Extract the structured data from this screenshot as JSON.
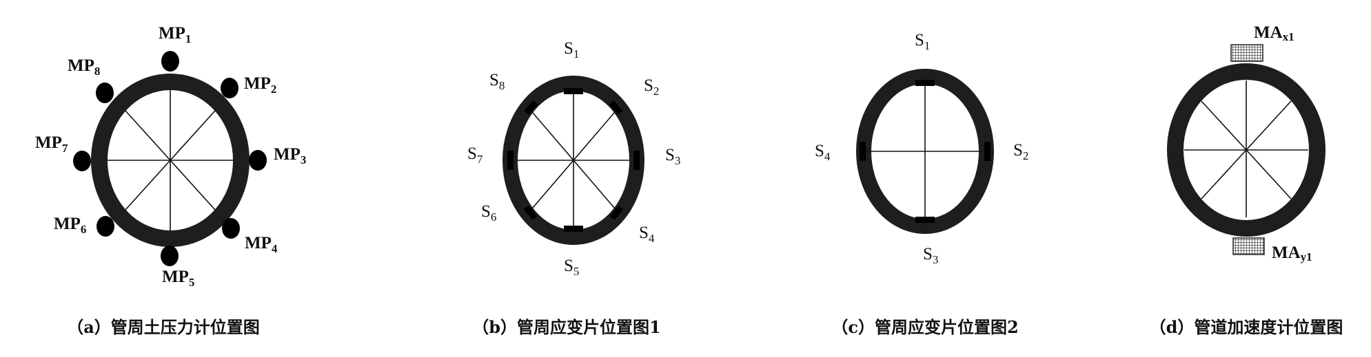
{
  "figures": [
    {
      "caption": "（a）管周土压力计位置图",
      "labels": [
        {
          "main": "MP",
          "sub": "1"
        },
        {
          "main": "MP",
          "sub": "2"
        },
        {
          "main": "MP",
          "sub": "3"
        },
        {
          "main": "MP",
          "sub": "4"
        },
        {
          "main": "MP",
          "sub": "5"
        },
        {
          "main": "MP",
          "sub": "6"
        },
        {
          "main": "MP",
          "sub": "7"
        },
        {
          "main": "MP",
          "sub": "8"
        }
      ]
    },
    {
      "caption": "（b）管周应变片位置图1",
      "labels": [
        {
          "main": "S",
          "sub": "1"
        },
        {
          "main": "S",
          "sub": "2"
        },
        {
          "main": "S",
          "sub": "3"
        },
        {
          "main": "S",
          "sub": "4"
        },
        {
          "main": "S",
          "sub": "5"
        },
        {
          "main": "S",
          "sub": "6"
        },
        {
          "main": "S",
          "sub": "7"
        },
        {
          "main": "S",
          "sub": "8"
        }
      ]
    },
    {
      "caption": "（c）管周应变片位置图2",
      "labels": [
        {
          "main": "S",
          "sub": "1"
        },
        {
          "main": "S",
          "sub": "2"
        },
        {
          "main": "S",
          "sub": "3"
        },
        {
          "main": "S",
          "sub": "4"
        }
      ]
    },
    {
      "caption": "（d）管道加速度计位置图",
      "labels": [
        {
          "main": "MA",
          "sub": "x1"
        },
        {
          "main": "MA",
          "sub": "y1"
        }
      ]
    }
  ]
}
